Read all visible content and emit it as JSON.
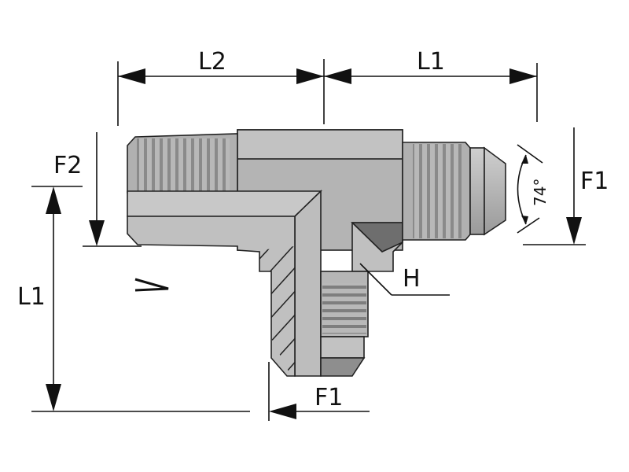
{
  "title": "Tee fitting with male thread and JIC 74° flare ends",
  "dimensions": {
    "l2_top": "L2",
    "l1_top": "L1",
    "f2_left": "F2",
    "l1_left": "L1",
    "f1_bottom": "F1",
    "f1_right": "F1",
    "hex": "H",
    "angle": "74°"
  },
  "colors": {
    "body_light": "#c4c4c4",
    "body_mid": "#b0b0b0",
    "body_dark": "#6e6e6e",
    "line": "#111111"
  }
}
